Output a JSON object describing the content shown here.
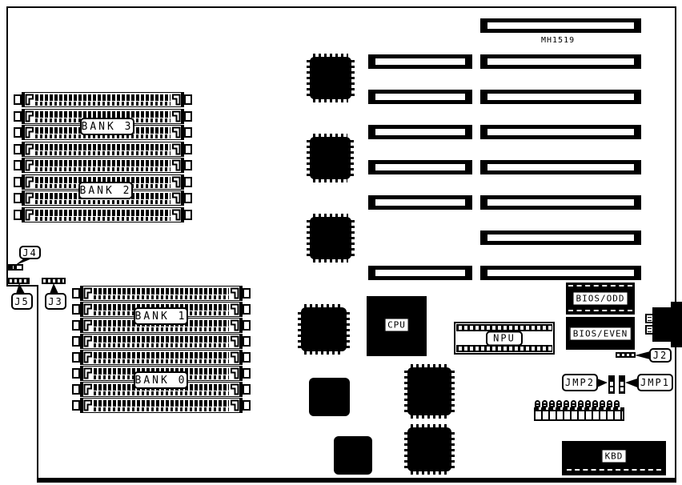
{
  "board": {
    "model": "MH1519"
  },
  "memory": {
    "bank3": "BANK 3",
    "bank2": "BANK 2",
    "bank1": "BANK 1",
    "bank0": "BANK 0"
  },
  "chips": {
    "cpu": "CPU",
    "npu": "NPU",
    "bios_odd": "BIOS/ODD",
    "bios_even": "BIOS/EVEN",
    "kbd": "KBD"
  },
  "jumpers": {
    "j2": "J2",
    "j3": "J3",
    "j4": "J4",
    "j5": "J5",
    "jmp1": "JMP1",
    "jmp2": "JMP2"
  },
  "colors": {
    "ink": "#000000",
    "paper": "#ffffff"
  }
}
